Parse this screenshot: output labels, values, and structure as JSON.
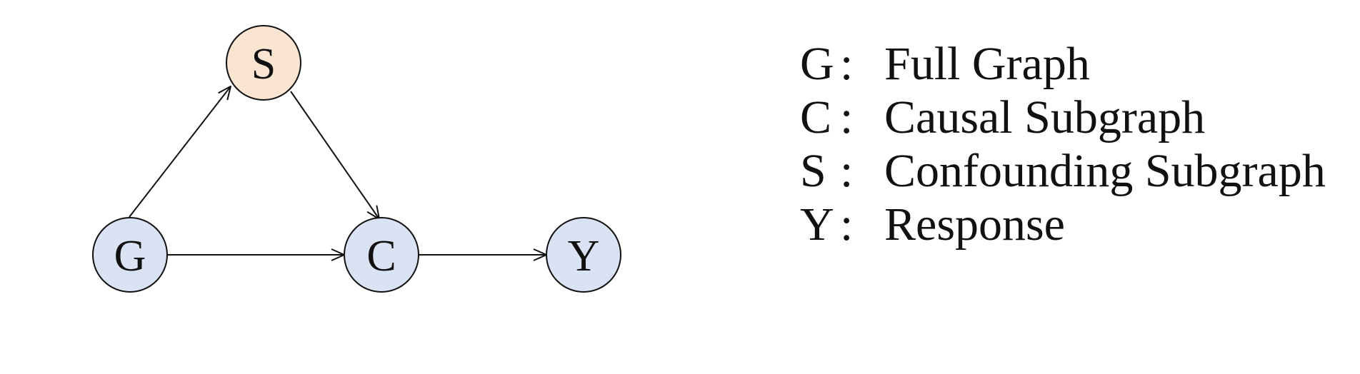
{
  "diagram": {
    "nodes": [
      {
        "id": "S",
        "label": "S",
        "fill": "#fae5d3"
      },
      {
        "id": "G",
        "label": "G",
        "fill": "#dae3f3"
      },
      {
        "id": "C",
        "label": "C",
        "fill": "#dae3f3"
      },
      {
        "id": "Y",
        "label": "Y",
        "fill": "#dae3f3"
      }
    ],
    "edges": [
      {
        "from": "G",
        "to": "S"
      },
      {
        "from": "S",
        "to": "C"
      },
      {
        "from": "G",
        "to": "C"
      },
      {
        "from": "C",
        "to": "Y"
      }
    ],
    "stroke_color": "#111111"
  },
  "legend": {
    "separator": ":",
    "items": [
      {
        "key": "G",
        "text": "Full Graph"
      },
      {
        "key": "C",
        "text": "Causal Subgraph"
      },
      {
        "key": "S",
        "text": "Confounding Subgraph"
      },
      {
        "key": "Y",
        "text": "Response"
      }
    ]
  }
}
